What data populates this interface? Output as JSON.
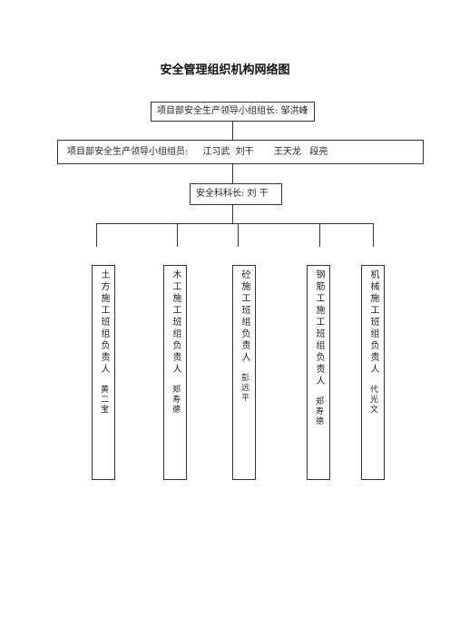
{
  "title": "安全管理组织机构网络图",
  "leader": "项目部安全生产领导小组组长: 邹洪峰",
  "members": "项目部安全生产领导小组组员:     江习武  刘干       王天龙   段亮",
  "safety_chief": "安全科科长: 刘 干",
  "crews": [
    {
      "role": "土方施工班组负责人",
      "name": "黄二宝"
    },
    {
      "role": "木工施工班组负责人",
      "name": "郑寿德"
    },
    {
      "role": "砼施工班组负责人",
      "name": "彭远平"
    },
    {
      "role": "钢筋工施工班组负责人",
      "name": "郑寿德"
    },
    {
      "role": "机械施工班组负责人",
      "name": "代光文"
    }
  ]
}
